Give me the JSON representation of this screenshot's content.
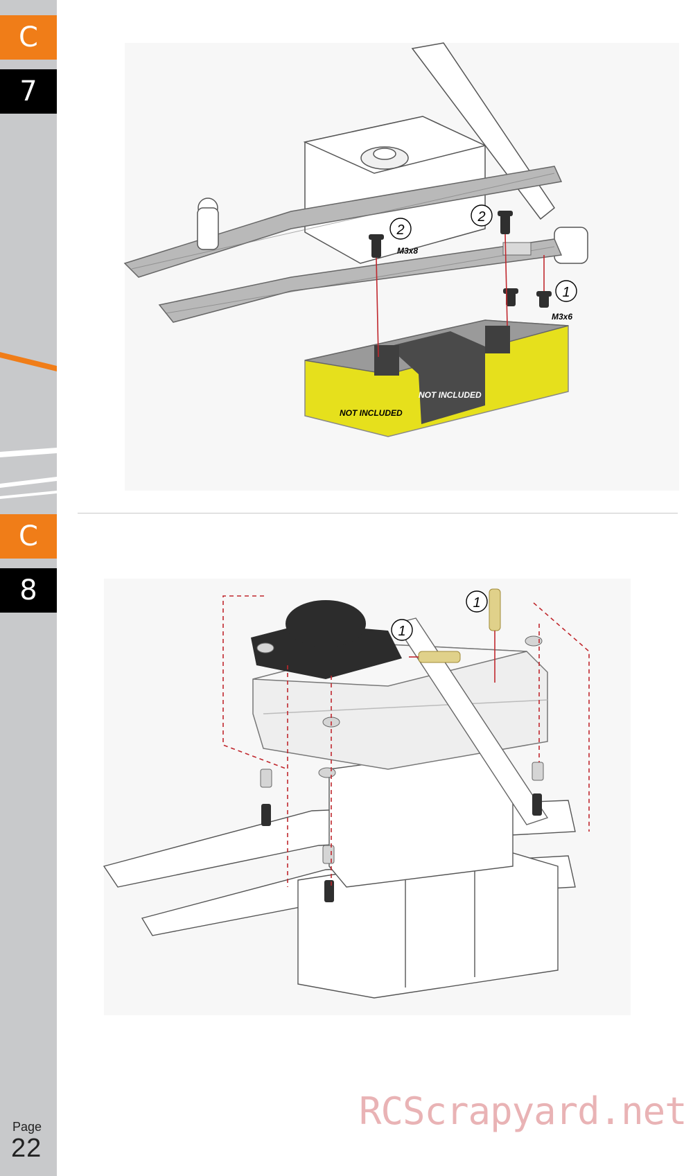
{
  "sidebar": {
    "steps": [
      {
        "section": "C",
        "number": "7"
      },
      {
        "section": "C",
        "number": "8"
      }
    ],
    "page_label": "Page",
    "page_number": "22"
  },
  "step7": {
    "callouts": [
      {
        "number": "1",
        "part": "M3x6"
      },
      {
        "number": "2",
        "part": "M3x8"
      },
      {
        "number": "2",
        "part": ""
      }
    ],
    "notes": [
      "NOT INCLUDED",
      "NOT INCLUDED"
    ]
  },
  "step8": {
    "callouts": [
      "1",
      "1"
    ]
  },
  "watermark": "RCScrapyard.net",
  "colors": {
    "accent_orange": "#f07d18",
    "sidebar_gray": "#c8c9cb",
    "receiver_yellow": "#e6e01c",
    "leader_red": "#c0272d"
  }
}
